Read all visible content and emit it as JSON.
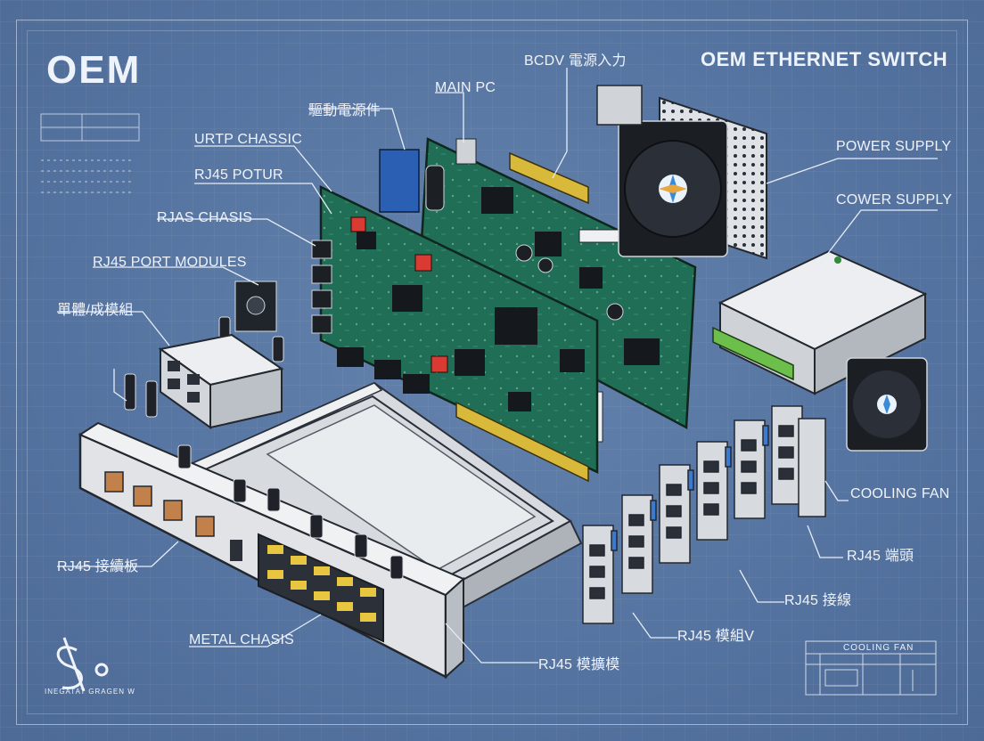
{
  "title": "OEM",
  "header": "OEM ETHERNET SWITCH",
  "labels": {
    "top_center": "BCDV 電源入力",
    "main_pc": "MAIN PC",
    "driver_parts": "驅動電源件",
    "urtp_chassis": "URTP CHASSIC",
    "rj45_potur": "RJ45 POTUR",
    "rjas_chasis": "RJAS CHASIS",
    "rj45_port_modules": "RJ45 PORT MODULES",
    "left_cjk": "單體/成模組",
    "rj45_left": "RJ45 接續板",
    "metal_chasis": "METAL CHASIS",
    "power_supply": "POWER SUPPLY",
    "cower_supply": "COWER SUPPLY",
    "cooling_fan": "COOLING FAN",
    "rj45_r1": "RJ45 端頭",
    "rj45_r2": "RJ45 接線",
    "rj45_r3": "RJ45 模組V",
    "rj45_bottom": "RJ45 模擴模"
  },
  "corner_table_title": "COOLING FAN",
  "logo_caption": "INEGATAT GRAGEN W",
  "colors": {
    "background": "#5877a3",
    "pcb": "#1e6b52",
    "gold": "#d9b93a",
    "chassis": "#c9ccd2",
    "label": "#eef3fb"
  }
}
